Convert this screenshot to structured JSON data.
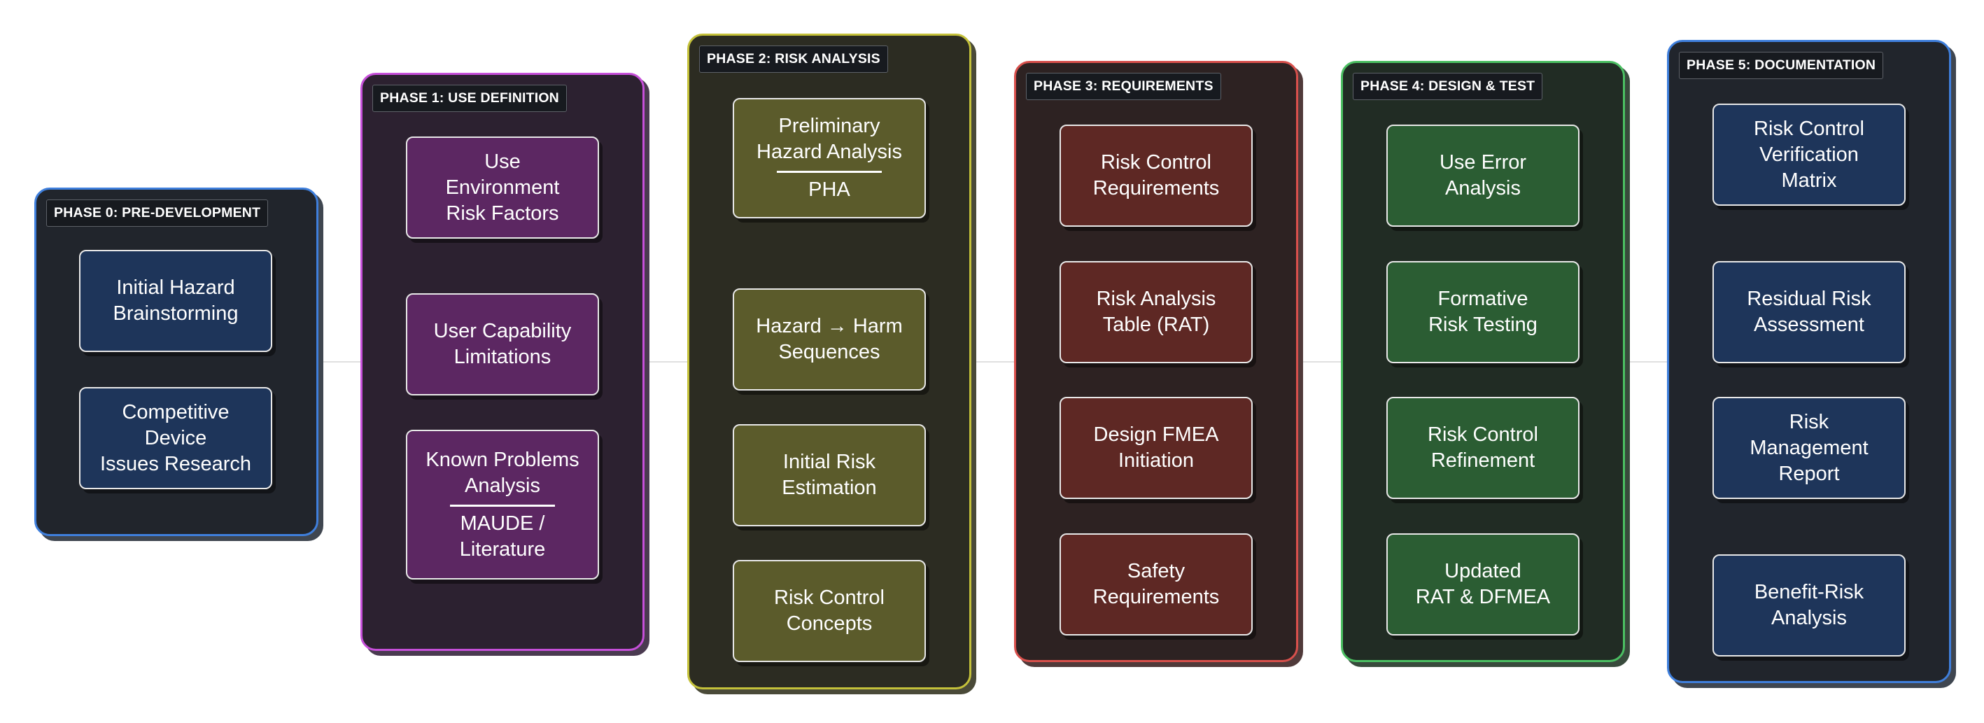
{
  "colors": {
    "blue_border": "#3f7fdc",
    "purple_border": "#c64fd9",
    "yellow_border": "#c4c13a",
    "red_border": "#d8504c",
    "green_border": "#4bbf62",
    "blue_fill": "#1e355a",
    "purple_fill": "#5c2762",
    "olive_fill": "#5b5b2b",
    "red_fill": "#5e2824",
    "green_fill": "#2b5d33"
  },
  "phases": [
    {
      "label": "PHASE 0: PRE-DEVELOPMENT",
      "nodes": [
        {
          "text": "Initial Hazard\nBrainstorming"
        },
        {
          "text": "Competitive\nDevice\nIssues Research"
        }
      ]
    },
    {
      "label": "PHASE 1: USE DEFINITION",
      "nodes": [
        {
          "text": "Use\nEnvironment\nRisk Factors"
        },
        {
          "text": "User Capability\nLimitations"
        },
        {
          "text": "Known Problems\nAnalysis",
          "sub": "MAUDE /\nLiterature"
        }
      ]
    },
    {
      "label": "PHASE 2: RISK ANALYSIS",
      "nodes": [
        {
          "text": "Preliminary\nHazard Analysis",
          "sub": "PHA"
        },
        {
          "text": "Hazard → Harm\nSequences"
        },
        {
          "text": "Initial Risk\nEstimation"
        },
        {
          "text": "Risk Control\nConcepts"
        }
      ]
    },
    {
      "label": "PHASE 3: REQUIREMENTS",
      "nodes": [
        {
          "text": "Risk Control\nRequirements"
        },
        {
          "text": "Risk Analysis\nTable (RAT)"
        },
        {
          "text": "Design FMEA\nInitiation"
        },
        {
          "text": "Safety\nRequirements"
        }
      ]
    },
    {
      "label": "PHASE 4: DESIGN & TEST",
      "nodes": [
        {
          "text": "Use Error\nAnalysis"
        },
        {
          "text": "Formative\nRisk Testing"
        },
        {
          "text": "Risk Control\nRefinement"
        },
        {
          "text": "Updated\nRAT & DFMEA"
        }
      ]
    },
    {
      "label": "PHASE 5: DOCUMENTATION",
      "nodes": [
        {
          "text": "Risk Control\nVerification\nMatrix"
        },
        {
          "text": "Residual Risk\nAssessment"
        },
        {
          "text": "Risk\nManagement\nReport"
        },
        {
          "text": "Benefit-Risk\nAnalysis"
        }
      ]
    }
  ]
}
